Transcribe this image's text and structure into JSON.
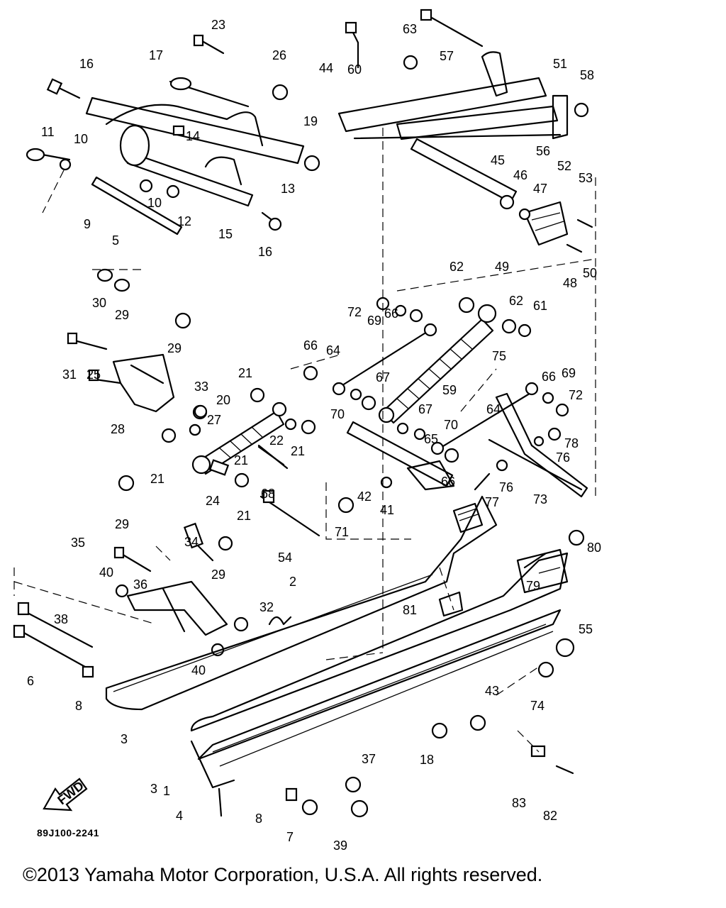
{
  "diagram_code": "89J100-2241",
  "copyright": "©2013 Yamaha Motor Corporation, U.S.A. All rights reserved.",
  "fwd_label": "FWD",
  "callouts": [
    "1",
    "2",
    "3",
    "3",
    "4",
    "5",
    "6",
    "7",
    "8",
    "8",
    "9",
    "10",
    "10",
    "11",
    "12",
    "13",
    "14",
    "15",
    "16",
    "16",
    "17",
    "18",
    "19",
    "20",
    "21",
    "21",
    "21",
    "21",
    "21",
    "22",
    "23",
    "24",
    "25",
    "26",
    "27",
    "28",
    "29",
    "29",
    "29",
    "29",
    "30",
    "31",
    "32",
    "33",
    "34",
    "35",
    "36",
    "37",
    "38",
    "39",
    "40",
    "40",
    "41",
    "42",
    "43",
    "44",
    "45",
    "46",
    "47",
    "48",
    "49",
    "50",
    "51",
    "52",
    "53",
    "54",
    "55",
    "56",
    "57",
    "58",
    "59",
    "60",
    "61",
    "62",
    "62",
    "63",
    "64",
    "64",
    "65",
    "66",
    "66",
    "66",
    "66",
    "67",
    "67",
    "68",
    "69",
    "69",
    "70",
    "70",
    "71",
    "72",
    "72",
    "73",
    "74",
    "75",
    "76",
    "76",
    "77",
    "78",
    "79",
    "80",
    "81",
    "82",
    "83"
  ]
}
